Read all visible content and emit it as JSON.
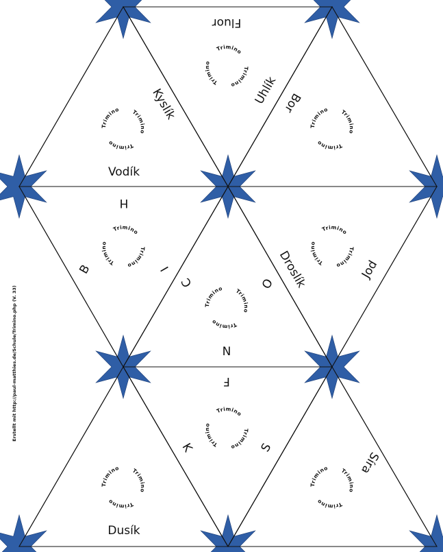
{
  "brand_text": "Trimino",
  "credit": "Erstellt mit http://paul-matthies.de/Schule/Trimino.php (V. 33)",
  "colors": {
    "star": "#2f5ea6",
    "line": "#111111"
  },
  "labels": {
    "fluor": "Fluor",
    "uhlik": "Uhlík",
    "bor": "Bor",
    "kyslik": "Kyslík",
    "vodik": "Vodík",
    "h": "H",
    "b": "B",
    "i": "I",
    "c": "C",
    "o": "O",
    "n": "N",
    "droslik": "Droslík",
    "jod": "Jod",
    "f": "F",
    "k": "K",
    "s": "S",
    "sira": "Síra",
    "dusik": "Dusík"
  }
}
